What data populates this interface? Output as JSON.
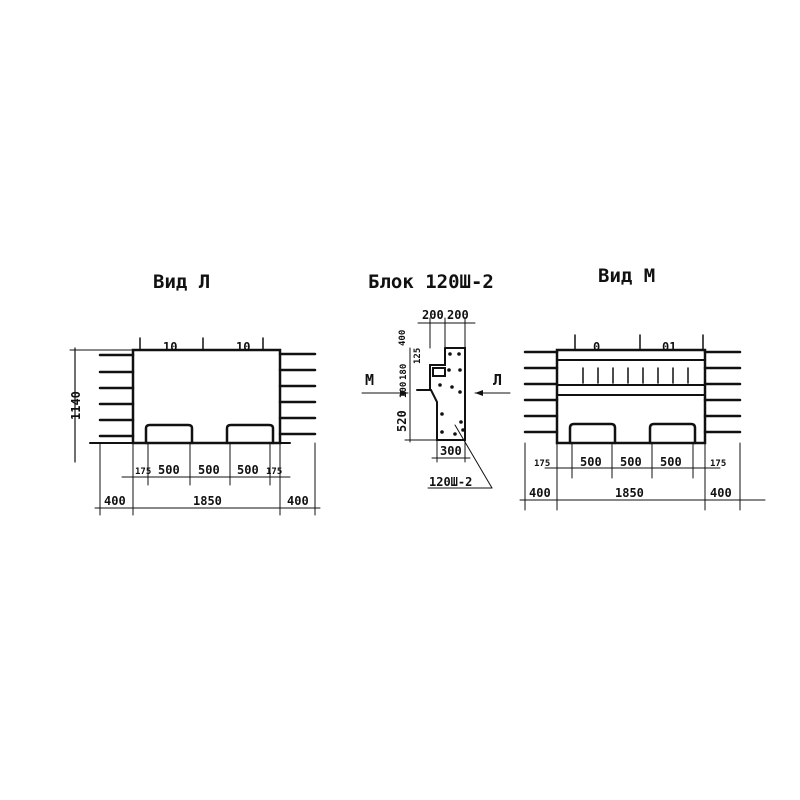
{
  "views": {
    "left": {
      "title": "Вид Л",
      "height_dim": "1140",
      "top_marks": [
        "10",
        "10"
      ],
      "inner_dims": [
        "175",
        "500",
        "500",
        "500",
        "175"
      ],
      "outer_dims": [
        "400",
        "1850",
        "400"
      ]
    },
    "section": {
      "title": "Блок 120Ш-2",
      "top_dims": [
        "200",
        "200"
      ],
      "side_dims": [
        "400",
        "125",
        "180",
        "100",
        "520"
      ],
      "bottom_dim": "300",
      "callout": "120Ш-2",
      "arrow_left": "М",
      "arrow_right": "Л"
    },
    "right": {
      "title": "Вид М",
      "top_marks": [
        "0",
        "01"
      ],
      "inner_dims": [
        "175",
        "500",
        "500",
        "500",
        "175"
      ],
      "outer_dims": [
        "400",
        "1850",
        "400"
      ]
    }
  }
}
